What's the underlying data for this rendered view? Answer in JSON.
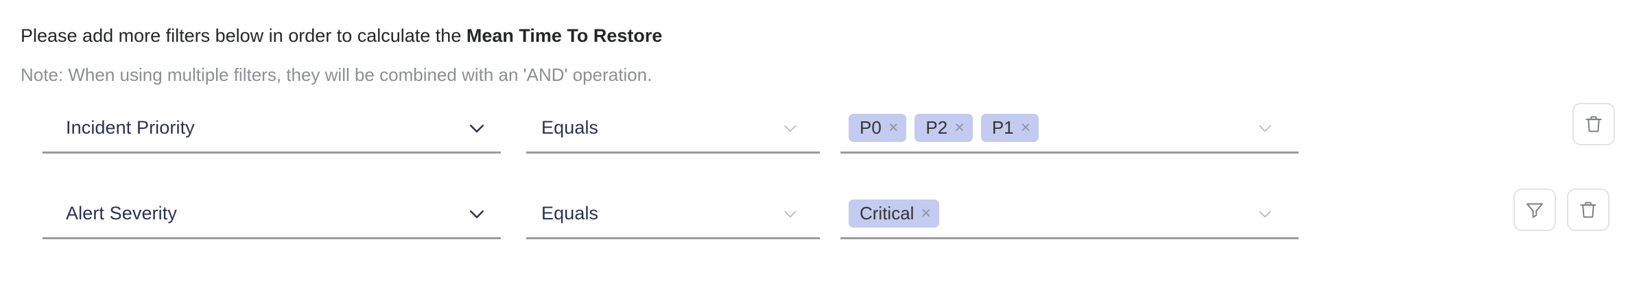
{
  "header": {
    "intro_prefix": "Please add more filters below in order to calculate the ",
    "intro_metric": "Mean Time To Restore",
    "note": "Note: When using multiple filters, they will be combined with an 'AND' operation."
  },
  "colors": {
    "chip_background": "#c3cbf0",
    "chip_text": "#343434",
    "field_text": "#2a3250",
    "note_text": "#8b8e96",
    "underline": "#9b9b9b",
    "icon_button_border": "#e2e3e7",
    "icon_gray": "#7c7f86"
  },
  "filter_rows": [
    {
      "attribute": "Incident Priority",
      "operator": "Equals",
      "values": [
        "P0",
        "P2",
        "P1"
      ],
      "remove_chip_label": "×",
      "actions": [
        {
          "name": "delete-filter-button",
          "icon": "trash-icon"
        }
      ]
    },
    {
      "attribute": "Alert Severity",
      "operator": "Equals",
      "values": [
        "Critical"
      ],
      "remove_chip_label": "×",
      "actions": [
        {
          "name": "add-nested-filter-button",
          "icon": "funnel-icon"
        },
        {
          "name": "delete-filter-button",
          "icon": "trash-icon"
        }
      ]
    }
  ]
}
